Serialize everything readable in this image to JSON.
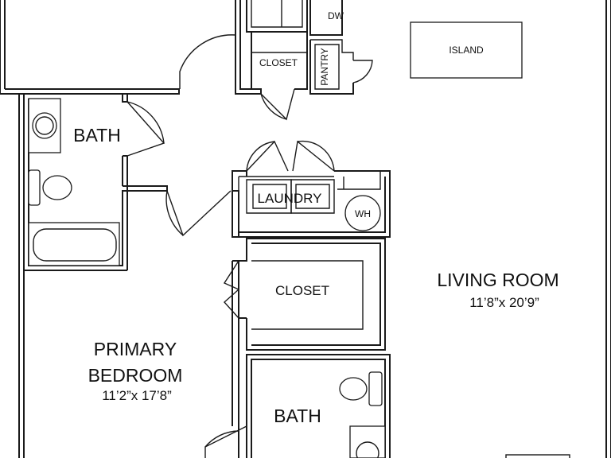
{
  "rooms": {
    "living_room": {
      "name": "LIVING ROOM",
      "dims": "11’8”x 20’9”"
    },
    "primary_bedroom": {
      "name_line1": "PRIMARY",
      "name_line2": "BEDROOM",
      "dims": "11’2”x 17’8”"
    },
    "bath_upper": {
      "name": "BATH"
    },
    "bath_lower": {
      "name": "BATH"
    },
    "laundry": {
      "name": "LAUNDRY"
    },
    "closet_main": {
      "name": "CLOSET"
    },
    "closet_upper": {
      "name": "CLOSET"
    },
    "pantry": {
      "name": "PANTRY"
    }
  },
  "fixtures": {
    "island": "ISLAND",
    "dishwasher": "DW",
    "water_heater": "WH"
  }
}
